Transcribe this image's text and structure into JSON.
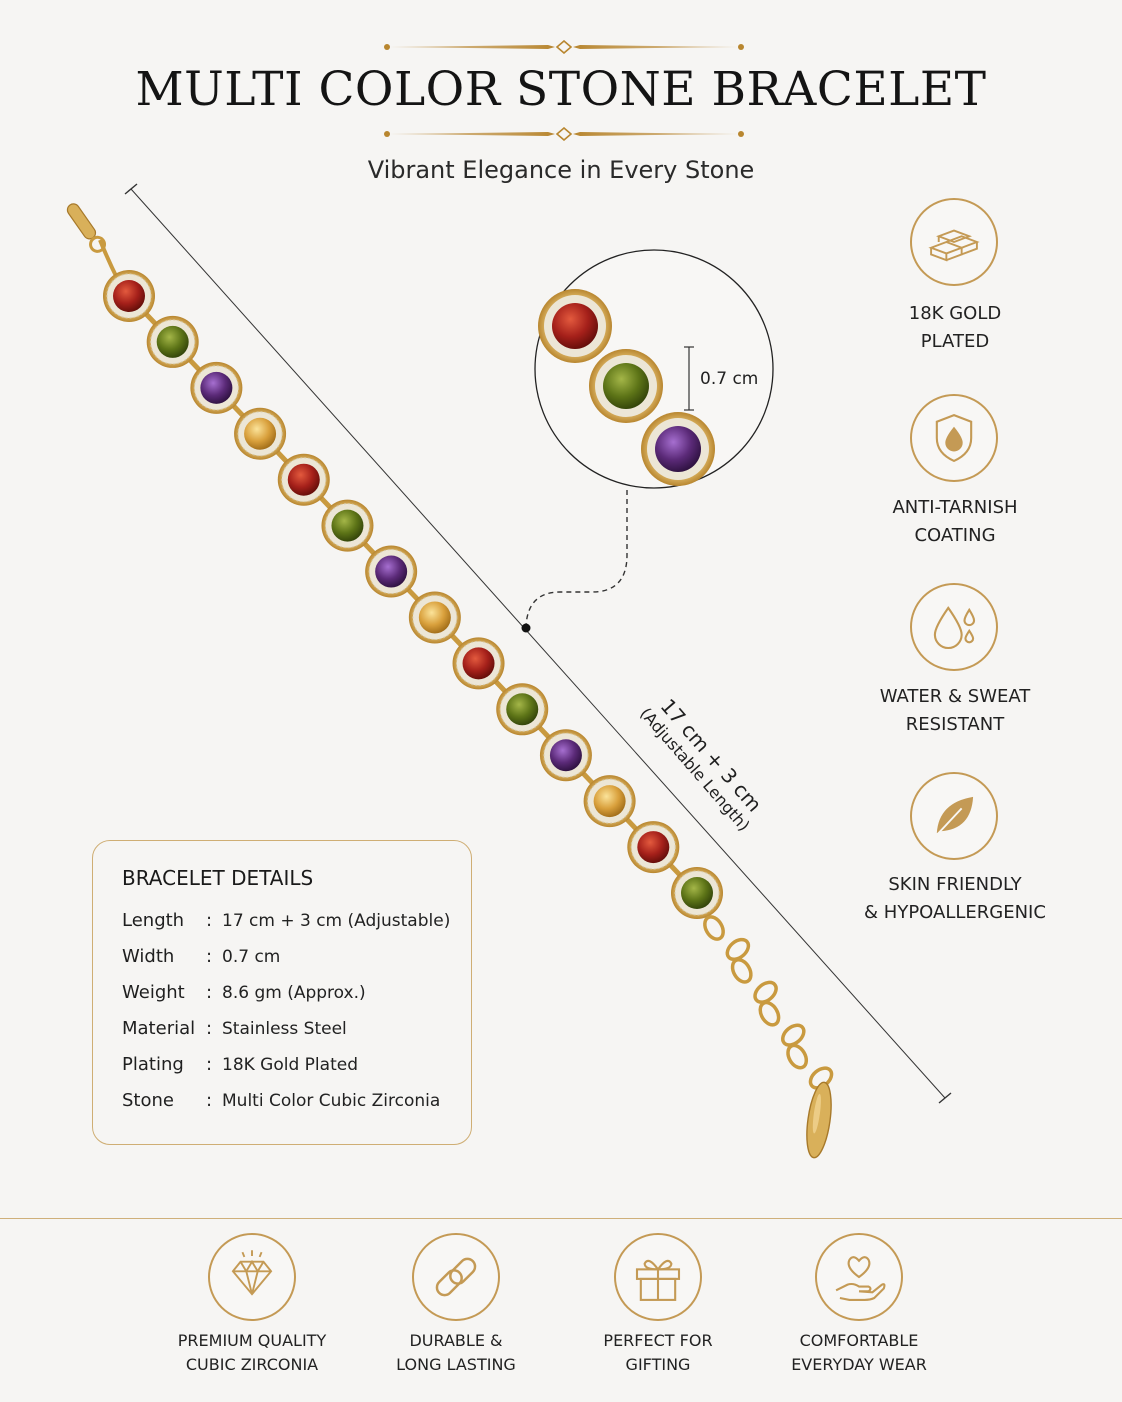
{
  "header": {
    "title": "MULTI COLOR STONE BRACELET",
    "subtitle": "Vibrant Elegance in Every Stone"
  },
  "measurements": {
    "length_main": "17 cm + 3 cm",
    "length_note": "(Adjustable Length)",
    "width": "0.7 cm"
  },
  "features": [
    {
      "icon": "gold-bars-icon",
      "line1": "18K GOLD",
      "line2": "PLATED"
    },
    {
      "icon": "shield-drop-icon",
      "line1": "ANTI-TARNISH",
      "line2": "COATING"
    },
    {
      "icon": "water-drops-icon",
      "line1": "WATER & SWEAT",
      "line2": "RESISTANT"
    },
    {
      "icon": "leaf-icon",
      "line1": "SKIN FRIENDLY",
      "line2": "& HYPOALLERGENIC"
    }
  ],
  "details": {
    "title": "BRACELET DETAILS",
    "specs": [
      {
        "label": "Length",
        "value": "17 cm + 3 cm (Adjustable)"
      },
      {
        "label": "Width",
        "value": "0.7 cm"
      },
      {
        "label": "Weight",
        "value": "8.6 gm (Approx.)"
      },
      {
        "label": "Material",
        "value": "Stainless Steel"
      },
      {
        "label": "Plating",
        "value": "18K Gold Plated"
      },
      {
        "label": "Stone",
        "value": "Multi Color Cubic Zirconia"
      }
    ]
  },
  "bottom_features": [
    {
      "icon": "diamond-icon",
      "line1": "PREMIUM QUALITY",
      "line2": "CUBIC ZIRCONIA"
    },
    {
      "icon": "chain-link-icon",
      "line1": "DURABLE &",
      "line2": "LONG LASTING"
    },
    {
      "icon": "gift-icon",
      "line1": "PERFECT FOR",
      "line2": "GIFTING"
    },
    {
      "icon": "heart-hand-icon",
      "line1": "COMFORTABLE",
      "line2": "EVERYDAY WEAR"
    }
  ],
  "colors": {
    "gold": "#c49a55",
    "gold_dark": "#b8862f",
    "ruby": "#a5201a",
    "peridot": "#5d7417",
    "amethyst": "#5b2a78",
    "citrine": "#d9a03c",
    "background": "#f6f5f3"
  },
  "stone_sequence": [
    "ruby",
    "peridot",
    "amethyst",
    "citrine",
    "ruby",
    "peridot",
    "amethyst",
    "citrine",
    "ruby",
    "peridot",
    "amethyst",
    "citrine",
    "ruby",
    "peridot"
  ]
}
